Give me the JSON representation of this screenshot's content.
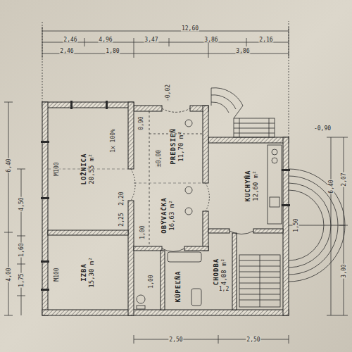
{
  "diagram": {
    "nodes": [
      {
        "text": [
          "LOŽNICA",
          "20,55 m²"
        ]
      },
      {
        "text": [
          "IZBA",
          "15,30 m²"
        ]
      },
      {
        "text": [
          "PREDSIEŇ",
          "11,70 m²"
        ]
      },
      {
        "text": [
          "OBÝVAČKA",
          "16,63 m²"
        ]
      },
      {
        "text": [
          "KUCHYŇA",
          "12,60 m²"
        ]
      },
      {
        "text": [
          "CHODBA",
          "4,08 m²"
        ]
      },
      {
        "text": [
          "KÚPEĽŇA"
        ]
      }
    ],
    "labels": [
      "12,60",
      "2,46",
      "4,96",
      "3,47",
      "3,86",
      "2,16",
      "2,46",
      "1,80",
      "3,86",
      "6,40",
      "4,50",
      "1,60",
      "1,75",
      "4,00",
      "6,40",
      "2,07",
      "3,00",
      "2,50",
      "2,50",
      "-0,02",
      "-0,90",
      "±0,00",
      "M100",
      "M100",
      "1x 100%",
      "2,20",
      "2,25",
      "1,50",
      "1,2",
      "0,90",
      "1,00",
      "1,00"
    ]
  }
}
